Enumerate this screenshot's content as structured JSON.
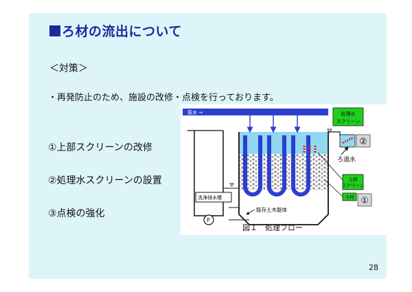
{
  "slide": {
    "title": "ろ材の流出について",
    "heading": "＜対策＞",
    "intro": "・再発防止のため、施設の改修・点検を行っております。",
    "measures": [
      "①上部スクリーンの改修",
      "②処理水スクリーンの設置",
      "③点検の強化"
    ],
    "page_number": "28"
  },
  "figure": {
    "caption": "図１　処理フロー",
    "raw_water": "原水",
    "treated_screen": [
      "処理水",
      "スクリーン"
    ],
    "marker_2": "②",
    "marker_1": "①",
    "filter_water": "ろ過水",
    "upper_screen": [
      "上部",
      "スクリーン"
    ],
    "media": "ろ材",
    "wash_tank": "洗浄排水槽",
    "pump": "P",
    "structure": "既存土木躯体"
  },
  "colors": {
    "slide_bg": "#ddf5f9",
    "title": "#1a2a9a",
    "pipe": "#2d3fd0",
    "water": "#8fd8ef",
    "label_green": "#1fd01f",
    "marker_bg": "#d8d8d8"
  }
}
